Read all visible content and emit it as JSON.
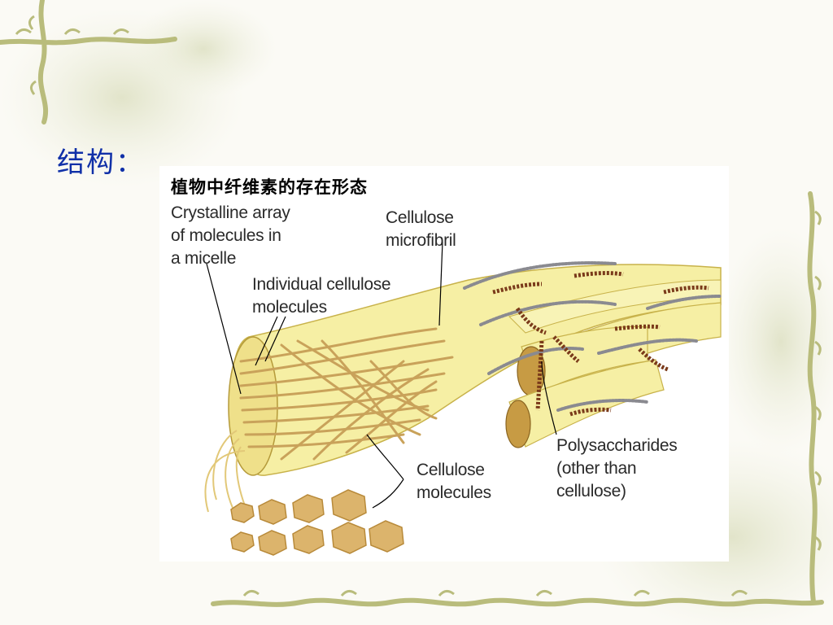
{
  "slide": {
    "heading": "结构："
  },
  "figure": {
    "title": "植物中纤维素的存在形态",
    "labels": {
      "crystalline": [
        "Crystalline array",
        "of molecules in",
        "a micelle"
      ],
      "microfibril": [
        "Cellulose",
        "microfibril"
      ],
      "individual": [
        "Individual  cellulose",
        "molecules"
      ],
      "cellulose_molecules": [
        "Cellulose",
        "molecules"
      ],
      "polysaccharides": [
        "Polysaccharides",
        "(other than",
        "cellulose)"
      ]
    }
  },
  "colors": {
    "heading": "#1030a8",
    "fibril_fill": "#f6efa4",
    "fibril_stroke": "#c8b24a",
    "strand": "#c9a25a",
    "hexagon": "#dcb46c",
    "polysaccharide_dark": "#7a3a1a",
    "polysaccharide_grey": "#8a8a90"
  }
}
